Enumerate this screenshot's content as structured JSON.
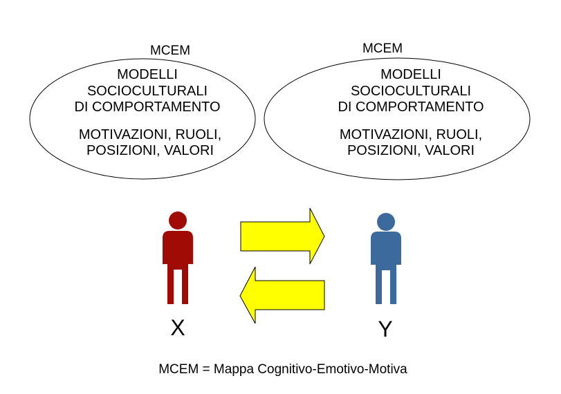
{
  "diagram": {
    "left_map": {
      "label": "MCEM",
      "line1": "MODELLI",
      "line2": "SOCIOCULTURALI",
      "line3": "DI COMPORTAMENTO",
      "line4": "MOTIVAZIONI, RUOLI,",
      "line5": "POSIZIONI, VALORI"
    },
    "right_map": {
      "label": "MCEM",
      "line1": "MODELLI",
      "line2": "SOCIOCULTURALI",
      "line3": "DI COMPORTAMENTO",
      "line4": "MOTIVAZIONI, RUOLI,",
      "line5": "POSIZIONI, VALORI"
    },
    "person_x": {
      "label": "X",
      "color": "#a00b06"
    },
    "person_y": {
      "label": "Y",
      "color": "#3d6a9c"
    },
    "arrow_color": "#ffff00",
    "footnote": "MCEM = Mappa Cognitivo-Emotivo-Motiva"
  }
}
